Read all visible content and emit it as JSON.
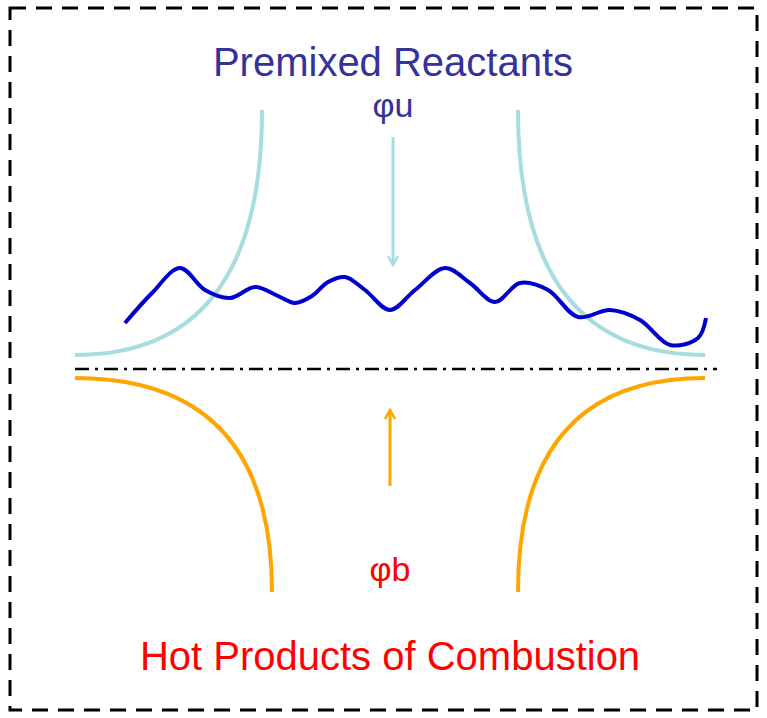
{
  "diagram": {
    "labels": [
      "Premixed Reactants",
      "φu",
      "φb",
      "Hot Products of Combustion"
    ]
  }
}
